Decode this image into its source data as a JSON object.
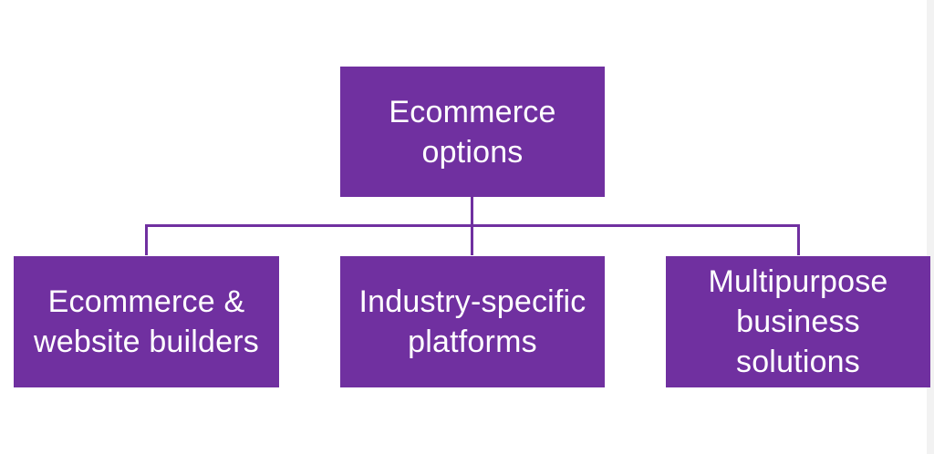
{
  "diagram": {
    "root": {
      "lines": [
        "Ecommerce",
        "options"
      ]
    },
    "children": [
      {
        "lines": [
          "Ecommerce &",
          "website builders"
        ]
      },
      {
        "lines": [
          "Industry-specific",
          "platforms"
        ]
      },
      {
        "lines": [
          "Multipurpose",
          "business",
          "solutions"
        ]
      }
    ]
  },
  "colors": {
    "box_fill": "#7030a0",
    "text": "#ffffff",
    "connector": "#7030a0"
  }
}
